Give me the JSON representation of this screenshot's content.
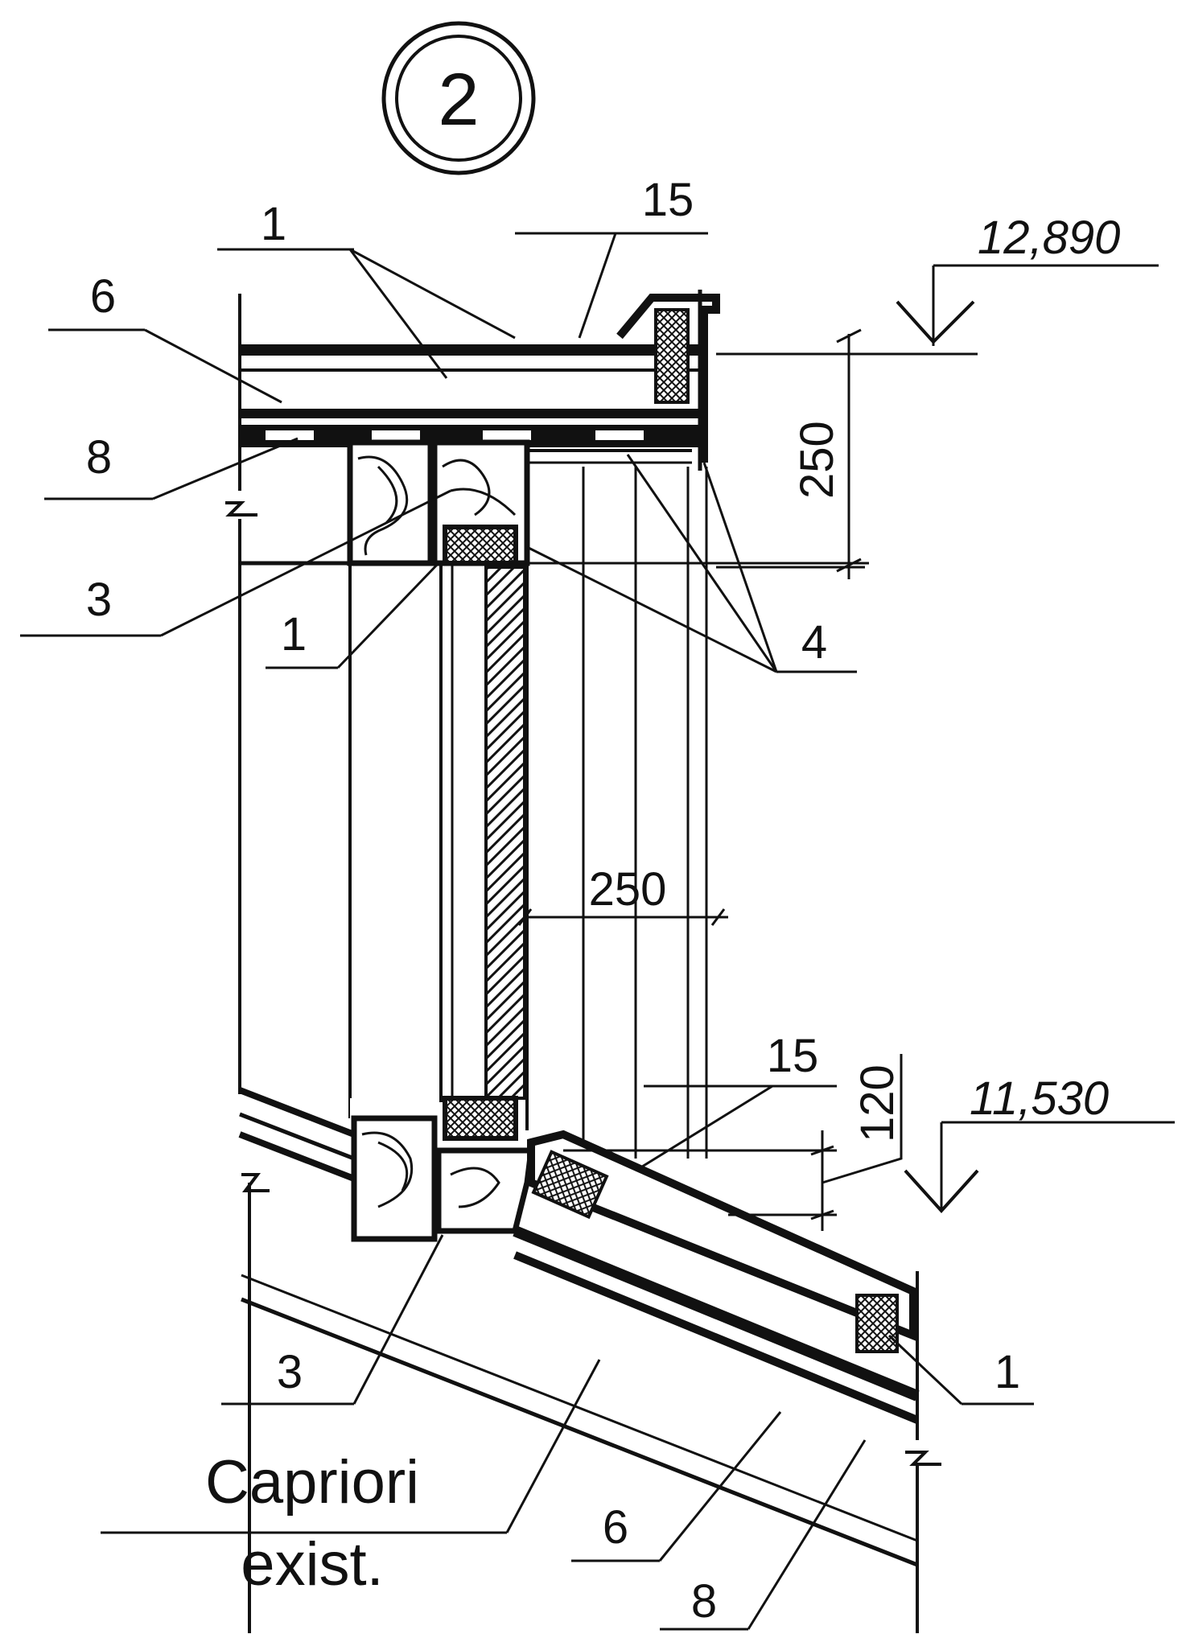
{
  "detail_number": "2",
  "levels": {
    "top": "12,890",
    "bottom": "11,530"
  },
  "dimensions": {
    "top_height": "250",
    "opening_width": "250",
    "sill_height": "120"
  },
  "callouts": {
    "top_1": "1",
    "top_15": "15",
    "top_6": "6",
    "top_8": "8",
    "top_3": "3",
    "mid_1": "1",
    "top_4": "4",
    "bottom_15": "15",
    "bottom_3": "3",
    "bottom_1": "1",
    "bottom_6": "6",
    "bottom_8": "8"
  },
  "note": {
    "line1": "Capriori",
    "line2": "exist."
  }
}
